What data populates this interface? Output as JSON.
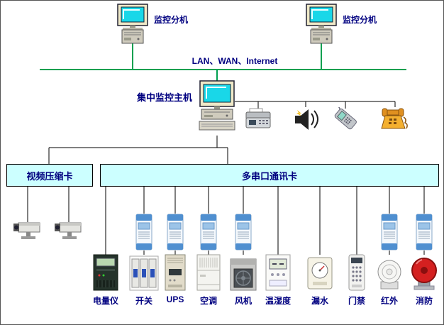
{
  "colors": {
    "background": "#ffffff",
    "wire": "#000000",
    "lan_line": "#00a050",
    "card_fill": "#ccffff",
    "card_border": "#000000",
    "label_text": "#000080"
  },
  "network": {
    "left_station_label": "监控分机",
    "right_station_label": "监控分机",
    "lan_label": "LAN、WAN、Internet",
    "host_label": "集中监控主机"
  },
  "cards": {
    "video_card_label": "视频压缩卡",
    "serial_card_label": "多串口通讯卡"
  },
  "icons": {
    "workstation": "desktop-computer",
    "host": "desktop-computer-with-keyboard",
    "fax": "fax-machine",
    "speaker": "alarm-speaker",
    "mobile_phone": "mobile-phone",
    "telephone": "telephone",
    "camera": "cctv-camera",
    "converter": "serial-converter-module"
  },
  "devices": [
    {
      "label": "电量仪"
    },
    {
      "label": "开关"
    },
    {
      "label": "UPS"
    },
    {
      "label": "空调"
    },
    {
      "label": "风机"
    },
    {
      "label": "温湿度"
    },
    {
      "label": "漏水"
    },
    {
      "label": "门禁"
    },
    {
      "label": "红外"
    },
    {
      "label": "消防"
    }
  ]
}
